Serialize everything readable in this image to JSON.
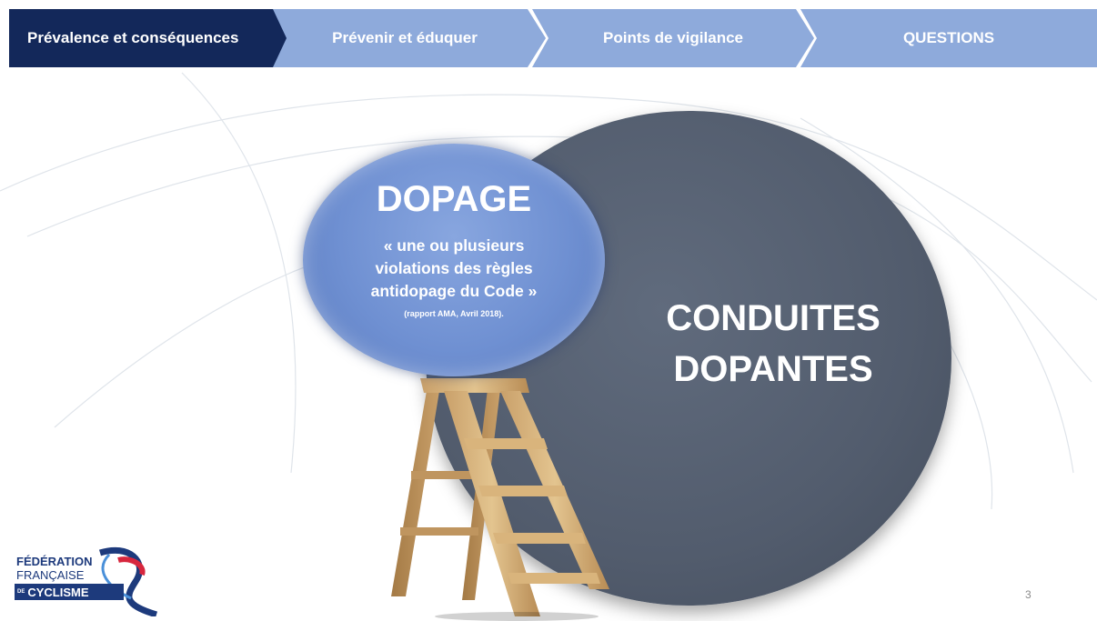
{
  "nav": {
    "steps": [
      {
        "label": "Prévalence et conséquences"
      },
      {
        "label": "Prévenir et éduquer"
      },
      {
        "label": "Points de vigilance"
      },
      {
        "label": "QUESTIONS"
      }
    ]
  },
  "dopage": {
    "title": "DOPAGE",
    "quote_line1": "« une ou plusieurs",
    "quote_line2": "violations des règles",
    "quote_line3": "antidopage du Code »",
    "source": "(rapport AMA, Avril 2018)."
  },
  "conduites": {
    "line1": "CONDUITES",
    "line2": "DOPANTES"
  },
  "logo": {
    "line1": "FÉDÉRATION",
    "line2": "FRANÇAISE",
    "line3_prefix": "DE",
    "line3": "CYCLISME"
  },
  "page_number": "3",
  "colors": {
    "active_step": "#13285a",
    "inactive_step": "#8eaadb",
    "big_circle": "#525c6d",
    "small_circle": "#6f90d2"
  }
}
